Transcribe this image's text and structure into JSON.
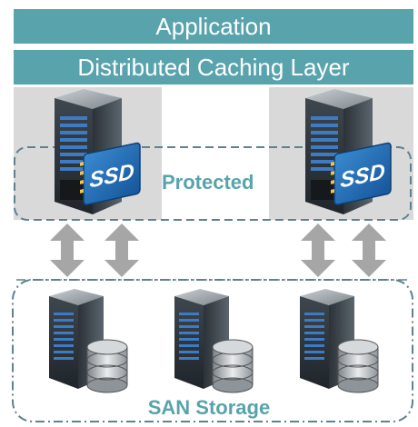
{
  "layers": {
    "application": "Application",
    "caching": "Distributed Caching Layer"
  },
  "zones": {
    "protected": "Protected",
    "san": "SAN Storage"
  },
  "badges": {
    "ssd": "SSD"
  },
  "icons": {
    "cache_server": "server-ssd-icon",
    "storage_server": "server-database-icon",
    "link": "double-arrow-icon"
  },
  "colors": {
    "layer_fill": "#58a3ac",
    "panel_fill": "#d9d9d9",
    "zone_border": "#5f8190",
    "arrow": "#a6a6a6",
    "ssd_badge": "#1f6fb5"
  }
}
